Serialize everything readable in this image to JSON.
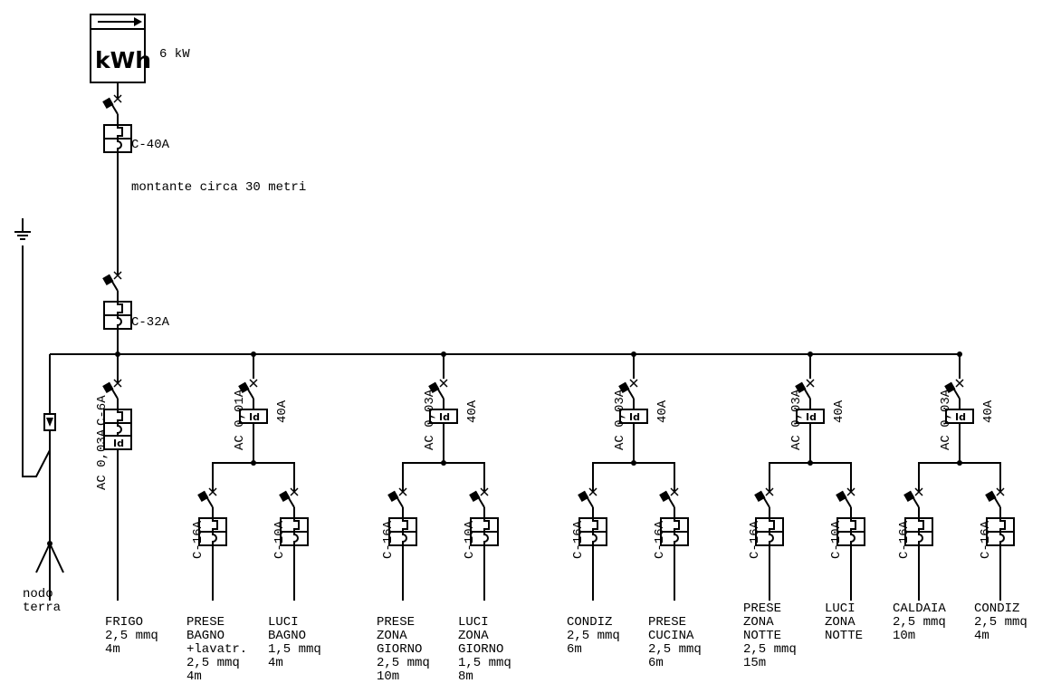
{
  "meter": {
    "label": "kWh",
    "power": "6 kW"
  },
  "main_breaker": {
    "label": "C-40A"
  },
  "riser": {
    "label": "montante circa 30 metri"
  },
  "panel_breaker": {
    "label": "C-32A"
  },
  "earth": {
    "label_line1": "nodo",
    "label_line2": "terra"
  },
  "frigo": {
    "breaker": "C-6A",
    "rcd": "AC 0,03A",
    "id_label": "Id",
    "desc": [
      "FRIGO",
      "2,5 mmq",
      "4m"
    ]
  },
  "groups": [
    {
      "rcd_label": "AC 0,01A",
      "rcd_rating": "40A",
      "id_label": "Id",
      "circuits": [
        {
          "breaker": "C-16A",
          "desc": [
            "PRESE",
            "BAGNO",
            "+lavatr.",
            "2,5 mmq",
            "4m"
          ]
        },
        {
          "breaker": "C-10A",
          "desc": [
            "LUCI",
            "BAGNO",
            "1,5 mmq",
            "4m"
          ]
        }
      ]
    },
    {
      "rcd_label": "AC 0,03A",
      "rcd_rating": "40A",
      "id_label": "Id",
      "circuits": [
        {
          "breaker": "C-16A",
          "desc": [
            "PRESE",
            "ZONA",
            "GIORNO",
            "2,5 mmq",
            "10m"
          ]
        },
        {
          "breaker": "C-10A",
          "desc": [
            "LUCI",
            "ZONA",
            "GIORNO",
            "1,5 mmq",
            "8m"
          ]
        }
      ]
    },
    {
      "rcd_label": "AC 0,03A",
      "rcd_rating": "40A",
      "id_label": "Id",
      "circuits": [
        {
          "breaker": "C-16A",
          "desc": [
            "CONDIZ",
            "2,5 mmq",
            "6m"
          ]
        },
        {
          "breaker": "C-16A",
          "desc": [
            "PRESE",
            "CUCINA",
            "2,5 mmq",
            "6m"
          ]
        }
      ]
    },
    {
      "rcd_label": "AC 0,03A",
      "rcd_rating": "40A",
      "id_label": "Id",
      "circuits": [
        {
          "breaker": "C-16A",
          "desc": [
            "PRESE",
            "ZONA",
            "NOTTE",
            "2,5 mmq",
            "15m"
          ]
        },
        {
          "breaker": "C-10A",
          "desc": [
            "LUCI",
            "ZONA",
            "NOTTE"
          ]
        }
      ]
    },
    {
      "rcd_label": "AC 0,03A",
      "rcd_rating": "40A",
      "id_label": "Id",
      "circuits": [
        {
          "breaker": "C-16A",
          "desc": [
            "CALDAIA",
            "2,5 mmq",
            "10m"
          ]
        },
        {
          "breaker": "C-16A",
          "desc": [
            "CONDIZ",
            "2,5 mmq",
            "4m"
          ]
        }
      ]
    }
  ]
}
